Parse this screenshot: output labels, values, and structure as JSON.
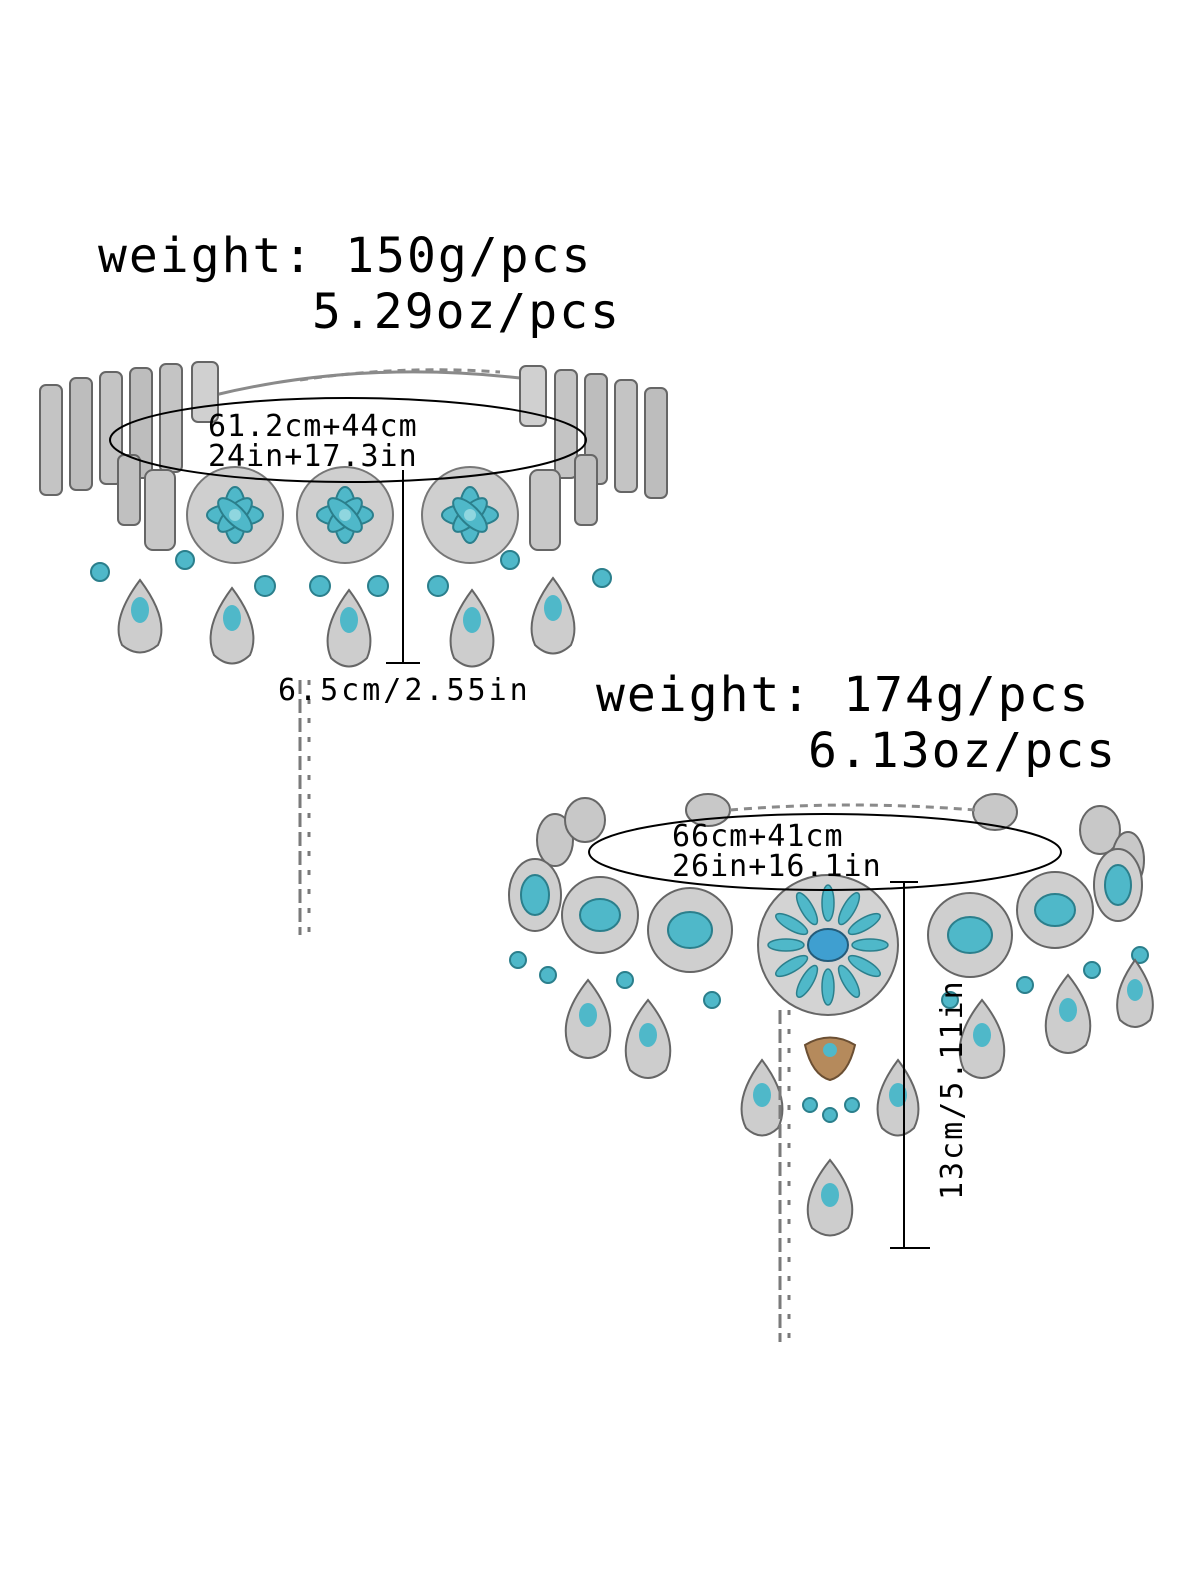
{
  "belt1": {
    "weight_g": "weight: 150g/pcs",
    "weight_oz": "5.29oz/pcs",
    "circumference_cm": "61.2cm+44cm",
    "circumference_in": "24in+17.3in",
    "drop_length": "6.5cm/2.55in"
  },
  "belt2": {
    "weight_g": "weight: 174g/pcs",
    "weight_oz": "6.13oz/pcs",
    "circumference_cm": "66cm+41cm",
    "circumference_in": "26in+16.1in",
    "drop_length": "13cm/5.11in"
  },
  "colors": {
    "silver": "#b9b9b9",
    "silver_dark": "#6e6e6e",
    "turquoise": "#4fb8c9",
    "turquoise_light": "#8fd6df"
  }
}
